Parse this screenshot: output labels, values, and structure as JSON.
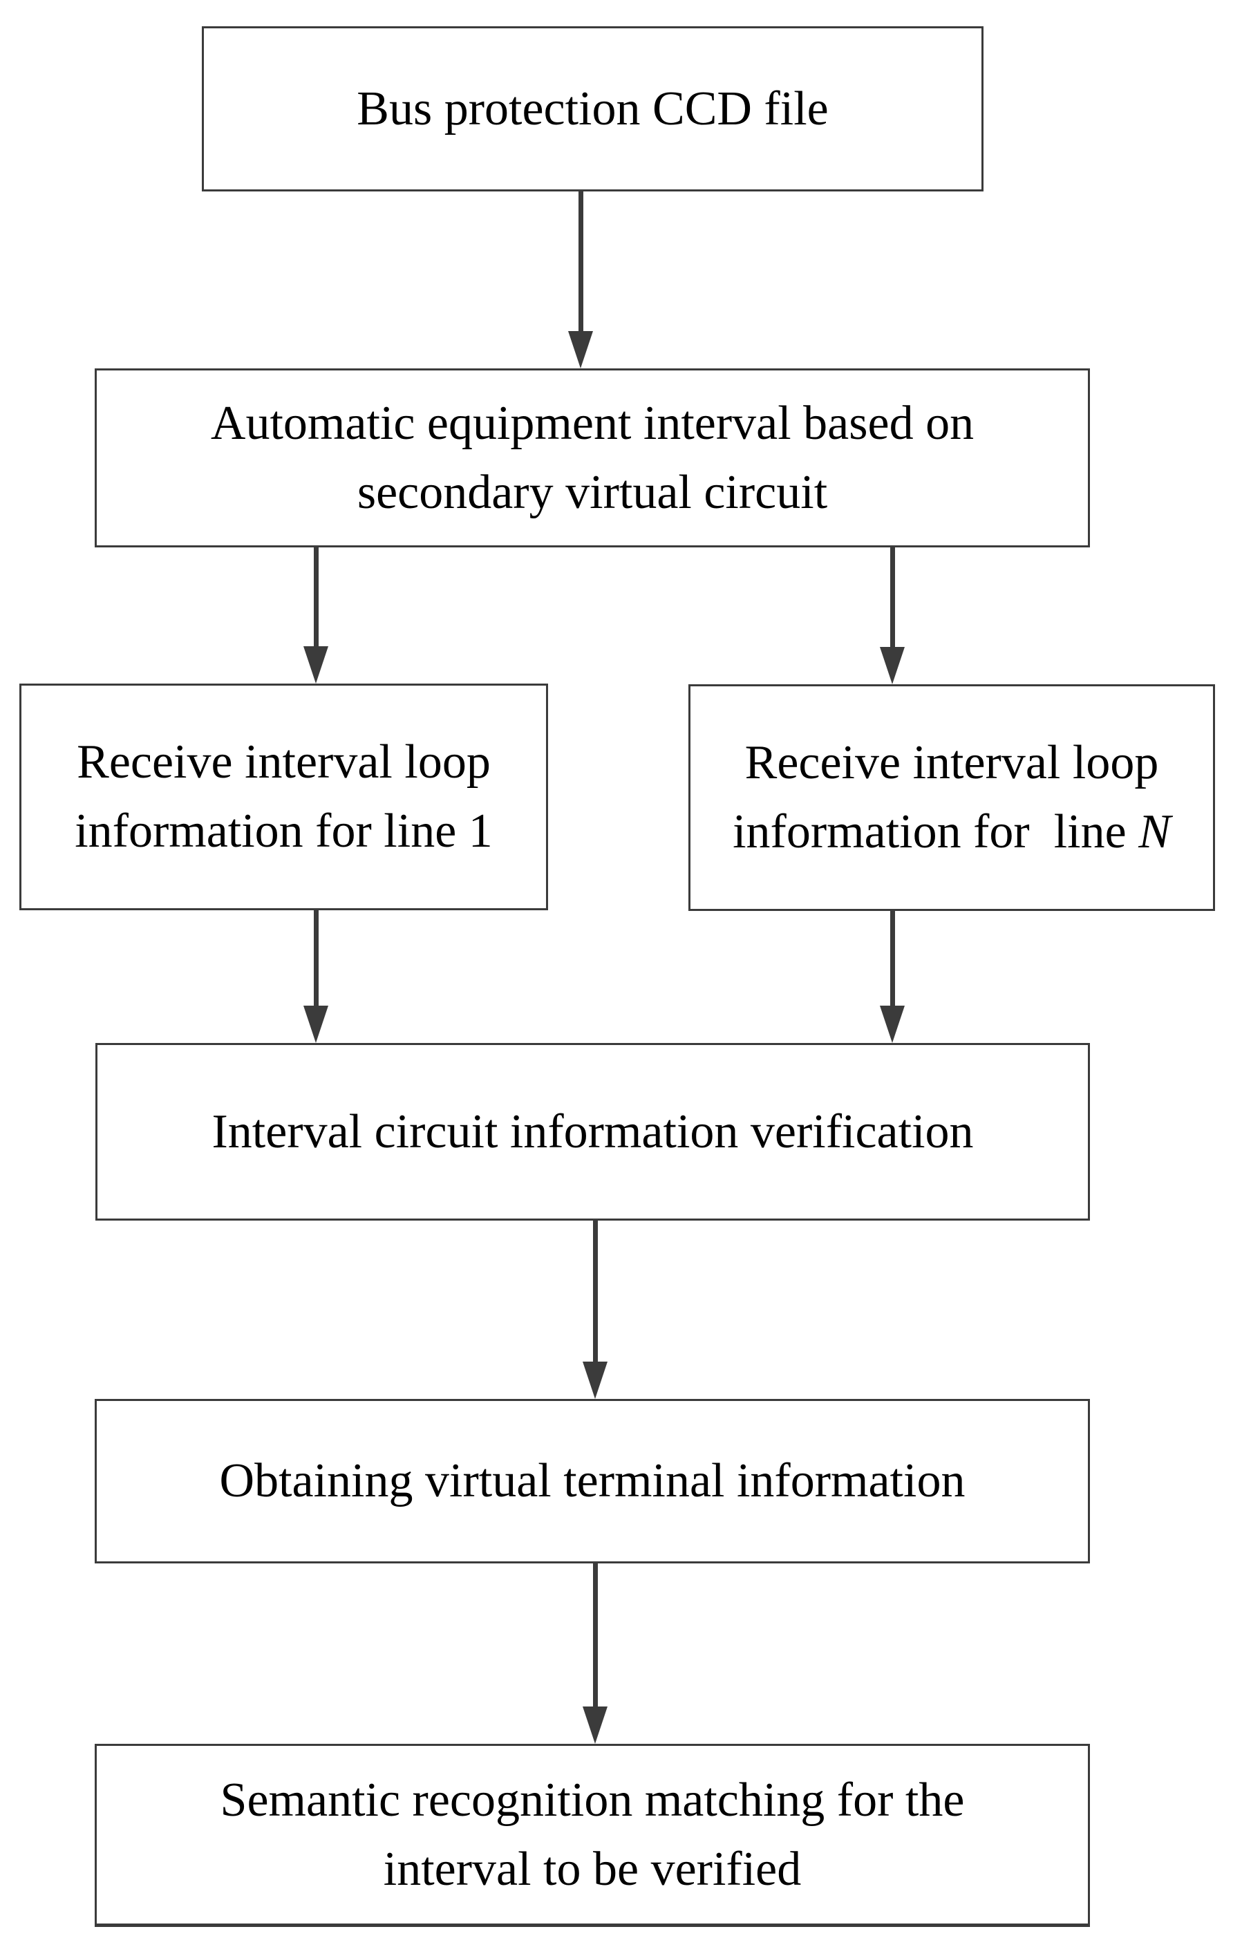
{
  "diagram": {
    "type": "flowchart",
    "background_color": "#ffffff",
    "line_color": "#3b3b3b",
    "text_color": "#000000",
    "nodes": [
      {
        "id": "ccd-file",
        "lines": [
          "Bus protection CCD file"
        ]
      },
      {
        "id": "auto-interval",
        "lines": [
          "Automatic equipment interval based on",
          "secondary virtual circuit"
        ]
      },
      {
        "id": "line1",
        "lines": [
          "Receive interval loop",
          "information for line 1"
        ]
      },
      {
        "id": "lineN",
        "lines": [
          "Receive interval loop"
        ],
        "line2_prefix": "information for  line ",
        "line2_italic": "N"
      },
      {
        "id": "verify",
        "lines": [
          "Interval circuit information verification"
        ]
      },
      {
        "id": "obtain",
        "lines": [
          "Obtaining virtual terminal information"
        ]
      },
      {
        "id": "semantic",
        "lines": [
          "Semantic recognition matching for the",
          "interval to be verified"
        ]
      }
    ],
    "edges": [
      {
        "from": "ccd-file",
        "to": "auto-interval"
      },
      {
        "from": "auto-interval",
        "to": "line1"
      },
      {
        "from": "auto-interval",
        "to": "lineN"
      },
      {
        "from": "line1",
        "to": "verify"
      },
      {
        "from": "lineN",
        "to": "verify"
      },
      {
        "from": "verify",
        "to": "obtain"
      },
      {
        "from": "obtain",
        "to": "semantic"
      }
    ]
  }
}
